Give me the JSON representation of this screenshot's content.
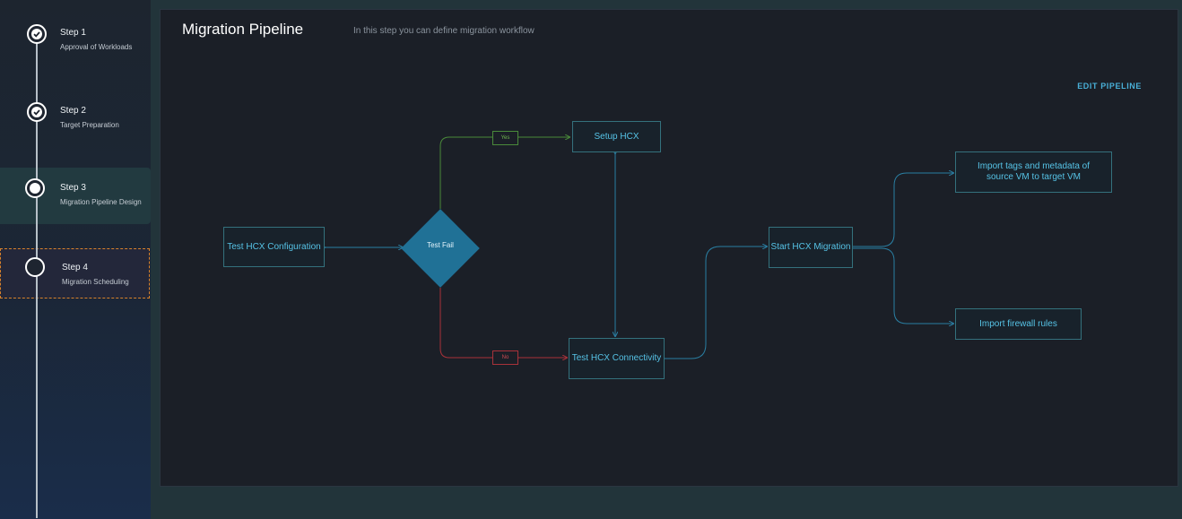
{
  "steps": [
    {
      "title": "Step 1",
      "subtitle": "Approval of Workloads",
      "status": "completed"
    },
    {
      "title": "Step 2",
      "subtitle": "Target Preparation",
      "status": "completed"
    },
    {
      "title": "Step 3",
      "subtitle": "Migration Pipeline Design",
      "status": "current"
    },
    {
      "title": "Step 4",
      "subtitle": "Migration Scheduling",
      "status": "pending"
    }
  ],
  "main": {
    "title": "Migration Pipeline",
    "subtitle": "In this step you can define migration workflow",
    "edit_label": "EDIT PIPELINE"
  },
  "pipeline": {
    "test_config": "Test HCX Configuration",
    "decision": "Test Fail",
    "yes_label": "Yes",
    "no_label": "No",
    "setup": "Setup HCX",
    "test_conn": "Test HCX Connectivity",
    "start_migration": "Start HCX Migration",
    "import_tags": "Import tags and metadata of source VM to target VM",
    "import_firewall": "Import firewall rules"
  },
  "colors": {
    "accent": "#56c3e6",
    "decision": "#207196",
    "yes": "#4a8a3a",
    "no": "#a8323a",
    "selected_border": "#d9822b"
  }
}
